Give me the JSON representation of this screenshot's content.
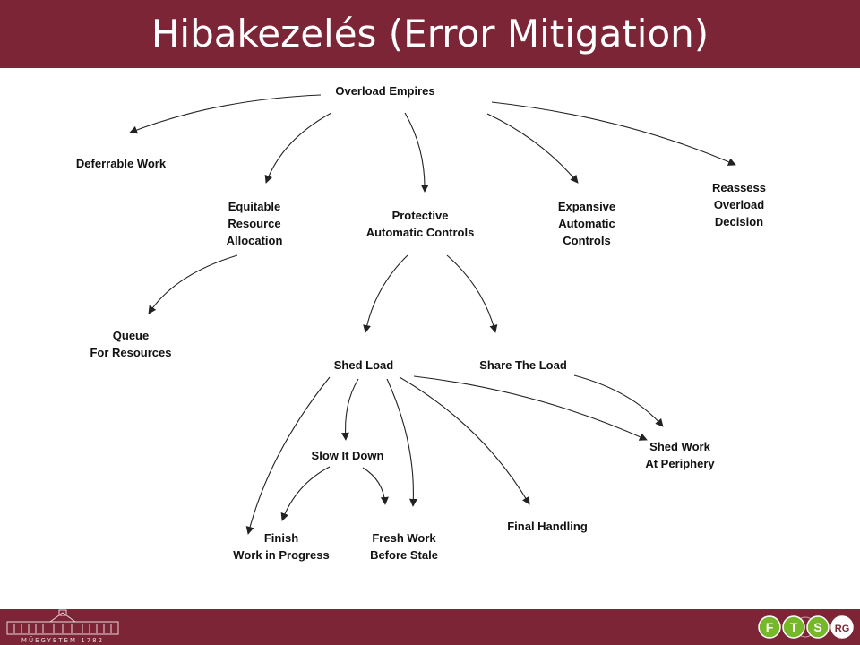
{
  "slide": {
    "title": "Hibakezelés (Error Mitigation)"
  },
  "diagram": {
    "nodes": [
      {
        "id": "overload-empires",
        "lines": [
          "Overload Empires"
        ]
      },
      {
        "id": "deferrable-work",
        "lines": [
          "Deferrable Work"
        ]
      },
      {
        "id": "equitable-resource-allocation",
        "lines": [
          "Equitable",
          "Resource",
          "Allocation"
        ]
      },
      {
        "id": "protective-automatic-controls",
        "lines": [
          "Protective",
          "Automatic Controls"
        ]
      },
      {
        "id": "expansive-automatic-controls",
        "lines": [
          "Expansive",
          "Automatic",
          "Controls"
        ]
      },
      {
        "id": "reassess-overload-decision",
        "lines": [
          "Reassess",
          "Overload",
          "Decision"
        ]
      },
      {
        "id": "queue-for-resources",
        "lines": [
          "Queue",
          "For Resources"
        ]
      },
      {
        "id": "shed-load",
        "lines": [
          "Shed Load"
        ]
      },
      {
        "id": "share-the-load",
        "lines": [
          "Share The Load"
        ]
      },
      {
        "id": "slow-it-down",
        "lines": [
          "Slow It Down"
        ]
      },
      {
        "id": "shed-work-at-periphery",
        "lines": [
          "Shed Work",
          "At Periphery"
        ]
      },
      {
        "id": "finish-work-in-progress",
        "lines": [
          "Finish",
          "Work in Progress"
        ]
      },
      {
        "id": "fresh-work-before-stale",
        "lines": [
          "Fresh Work",
          "Before Stale"
        ]
      },
      {
        "id": "final-handling",
        "lines": [
          "Final Handling"
        ]
      }
    ],
    "edges": [
      {
        "from": "overload-empires",
        "to": "deferrable-work"
      },
      {
        "from": "overload-empires",
        "to": "equitable-resource-allocation"
      },
      {
        "from": "overload-empires",
        "to": "protective-automatic-controls"
      },
      {
        "from": "overload-empires",
        "to": "expansive-automatic-controls"
      },
      {
        "from": "overload-empires",
        "to": "reassess-overload-decision"
      },
      {
        "from": "equitable-resource-allocation",
        "to": "queue-for-resources"
      },
      {
        "from": "protective-automatic-controls",
        "to": "shed-load"
      },
      {
        "from": "protective-automatic-controls",
        "to": "share-the-load"
      },
      {
        "from": "shed-load",
        "to": "finish-work-in-progress"
      },
      {
        "from": "shed-load",
        "to": "slow-it-down"
      },
      {
        "from": "shed-load",
        "to": "fresh-work-before-stale"
      },
      {
        "from": "shed-load",
        "to": "final-handling"
      },
      {
        "from": "shed-load",
        "to": "shed-work-at-periphery"
      },
      {
        "from": "share-the-load",
        "to": "shed-work-at-periphery"
      },
      {
        "from": "slow-it-down",
        "to": "finish-work-in-progress"
      },
      {
        "from": "slow-it-down",
        "to": "fresh-work-before-stale"
      }
    ]
  },
  "footer": {
    "university_motto": "MŰEGYETEM 1782",
    "group_logo_letters": [
      "F",
      "T",
      "S",
      "RG"
    ]
  },
  "colors": {
    "brand_bar": "#7b2536",
    "title_text": "#ffffff",
    "logo_green": "#76b82a"
  }
}
